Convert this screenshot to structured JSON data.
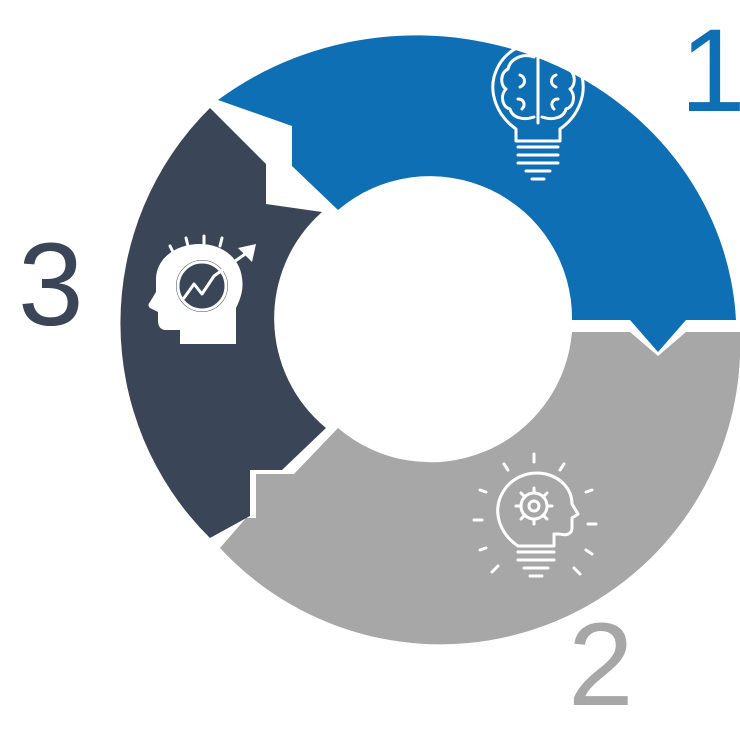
{
  "steps": [
    {
      "number": "1",
      "color": "#0f6fb5",
      "icon": "lightbulb-brain-icon"
    },
    {
      "number": "2",
      "color": "#a7a7a7",
      "icon": "lightbulb-gear-head-icon"
    },
    {
      "number": "3",
      "color": "#3a4658",
      "icon": "head-growth-chart-icon"
    }
  ]
}
